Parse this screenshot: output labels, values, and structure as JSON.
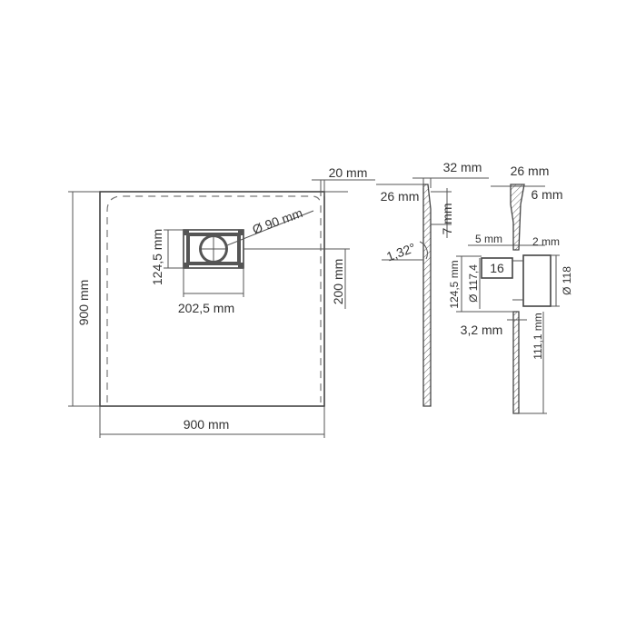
{
  "labels": {
    "top_left_edge": "20 mm",
    "top_width_mid": "32 mm",
    "top_right_edge": "26 mm",
    "left_lip": "26 mm",
    "right_lip": "6 mm",
    "lip_depth": "7 mm",
    "slope": "1,32°",
    "drain_diameter": "Ø 90 mm",
    "drain_height": "124,5 mm",
    "drain_width": "202,5 mm",
    "drain_offset": "200 mm",
    "tray_height": "900 mm",
    "tray_width": "900 mm",
    "drain_side_height": "124,5 mm",
    "drain_inner_diameter": "Ø 117,4",
    "box_value": "16",
    "gap_5": "5 mm",
    "gap_2": "2 mm",
    "outer_diameter": "Ø 118",
    "base_3_2": "3,2 mm",
    "lower_111_1": "111,1 mm"
  }
}
